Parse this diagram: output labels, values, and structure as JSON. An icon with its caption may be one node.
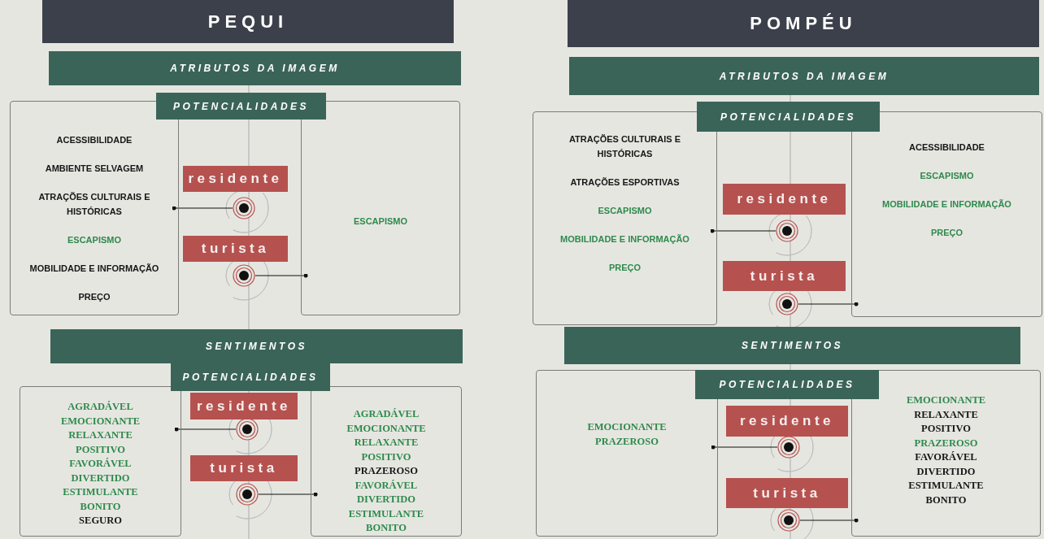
{
  "diagram": {
    "nodes": [
      {
        "text": [
          "PEQUI"
        ]
      },
      {
        "text": [
          "ATRIBUTOS DA IMAGEM"
        ]
      },
      {
        "text": [
          "POTENCIALIDADES"
        ]
      },
      {
        "text": [
          "ACESSIBILIDADE",
          "AMBIENTE SELVAGEM",
          "ATRAÇÕES CULTURAIS E HISTÓRICAS",
          "ESCAPISMO",
          "MOBILIDADE E INFORMAÇÃO",
          "PREÇO"
        ]
      },
      {
        "text": [
          "residente"
        ]
      },
      {
        "text": [],
        "shape": "circle"
      },
      {
        "text": [
          "turista"
        ]
      },
      {
        "text": [],
        "shape": "circle"
      },
      {
        "text": [
          "ESCAPISMO"
        ]
      },
      {
        "text": [
          "SENTIMENTOS"
        ]
      },
      {
        "text": [
          "POTENCIALIDADES"
        ]
      },
      {
        "text": [
          "AGRADÁVEL",
          "EMOCIONANTE",
          "RELAXANTE",
          "POSITIVO",
          "FAVORÁVEL",
          "DIVERTIDO",
          "ESTIMULANTE",
          "BONITO",
          "SEGURO"
        ]
      },
      {
        "text": [
          "residente"
        ]
      },
      {
        "text": [],
        "shape": "circle"
      },
      {
        "text": [
          "turista"
        ]
      },
      {
        "text": [],
        "shape": "circle"
      },
      {
        "text": [
          "AGRADÁVEL",
          "EMOCIONANTE",
          "RELAXANTE",
          "POSITIVO",
          "PRAZEROSO",
          "FAVORÁVEL",
          "DIVERTIDO",
          "ESTIMULANTE",
          "BONITO"
        ]
      },
      {
        "text": [
          "POMPÉU"
        ]
      },
      {
        "text": [
          "ATRIBUTOS DA IMAGEM"
        ]
      },
      {
        "text": [
          "POTENCIALIDADES"
        ]
      },
      {
        "text": [
          "ATRAÇÕES CULTURAIS E HISTÓRICAS",
          "ATRAÇÕES ESPORTIVAS",
          "ESCAPISMO",
          "MOBILIDADE E INFORMAÇÃO",
          "PREÇO"
        ]
      },
      {
        "text": [
          "residente"
        ]
      },
      {
        "text": [],
        "shape": "circle"
      },
      {
        "text": [
          "turista"
        ]
      },
      {
        "text": [],
        "shape": "circle"
      },
      {
        "text": [
          "ACESSIBILIDADE",
          "ESCAPISMO",
          "MOBILIDADE E INFORMAÇÃO",
          "PREÇO"
        ]
      },
      {
        "text": [
          "SENTIMENTOS"
        ]
      },
      {
        "text": [
          "POTENCIALIDADES"
        ]
      },
      {
        "text": [
          "EMOCIONANTE",
          "PRAZEROSO"
        ]
      },
      {
        "text": [
          "residente"
        ]
      },
      {
        "text": [],
        "shape": "circle"
      },
      {
        "text": [
          "turista"
        ]
      },
      {
        "text": [],
        "shape": "circle"
      },
      {
        "text": [
          "EMOCIONANTE",
          "RELAXANTE",
          "POSITIVO",
          "PRAZEROSO",
          "FAVORÁVEL",
          "DIVERTIDO",
          "ESTIMULANTE",
          "BONITO"
        ]
      }
    ],
    "edges": [
      {
        "from": 5,
        "to": 3,
        "arrow": "other"
      },
      {
        "from": 7,
        "to": 8,
        "arrow": "other"
      },
      {
        "from": 13,
        "to": 11,
        "arrow": "other"
      },
      {
        "from": 15,
        "to": 16,
        "arrow": "other"
      },
      {
        "from": 22,
        "to": 20,
        "arrow": "other"
      },
      {
        "from": 24,
        "to": 25,
        "arrow": "other"
      },
      {
        "from": 30,
        "to": 28,
        "arrow": "other"
      },
      {
        "from": 32,
        "to": 33,
        "arrow": "other"
      }
    ]
  }
}
